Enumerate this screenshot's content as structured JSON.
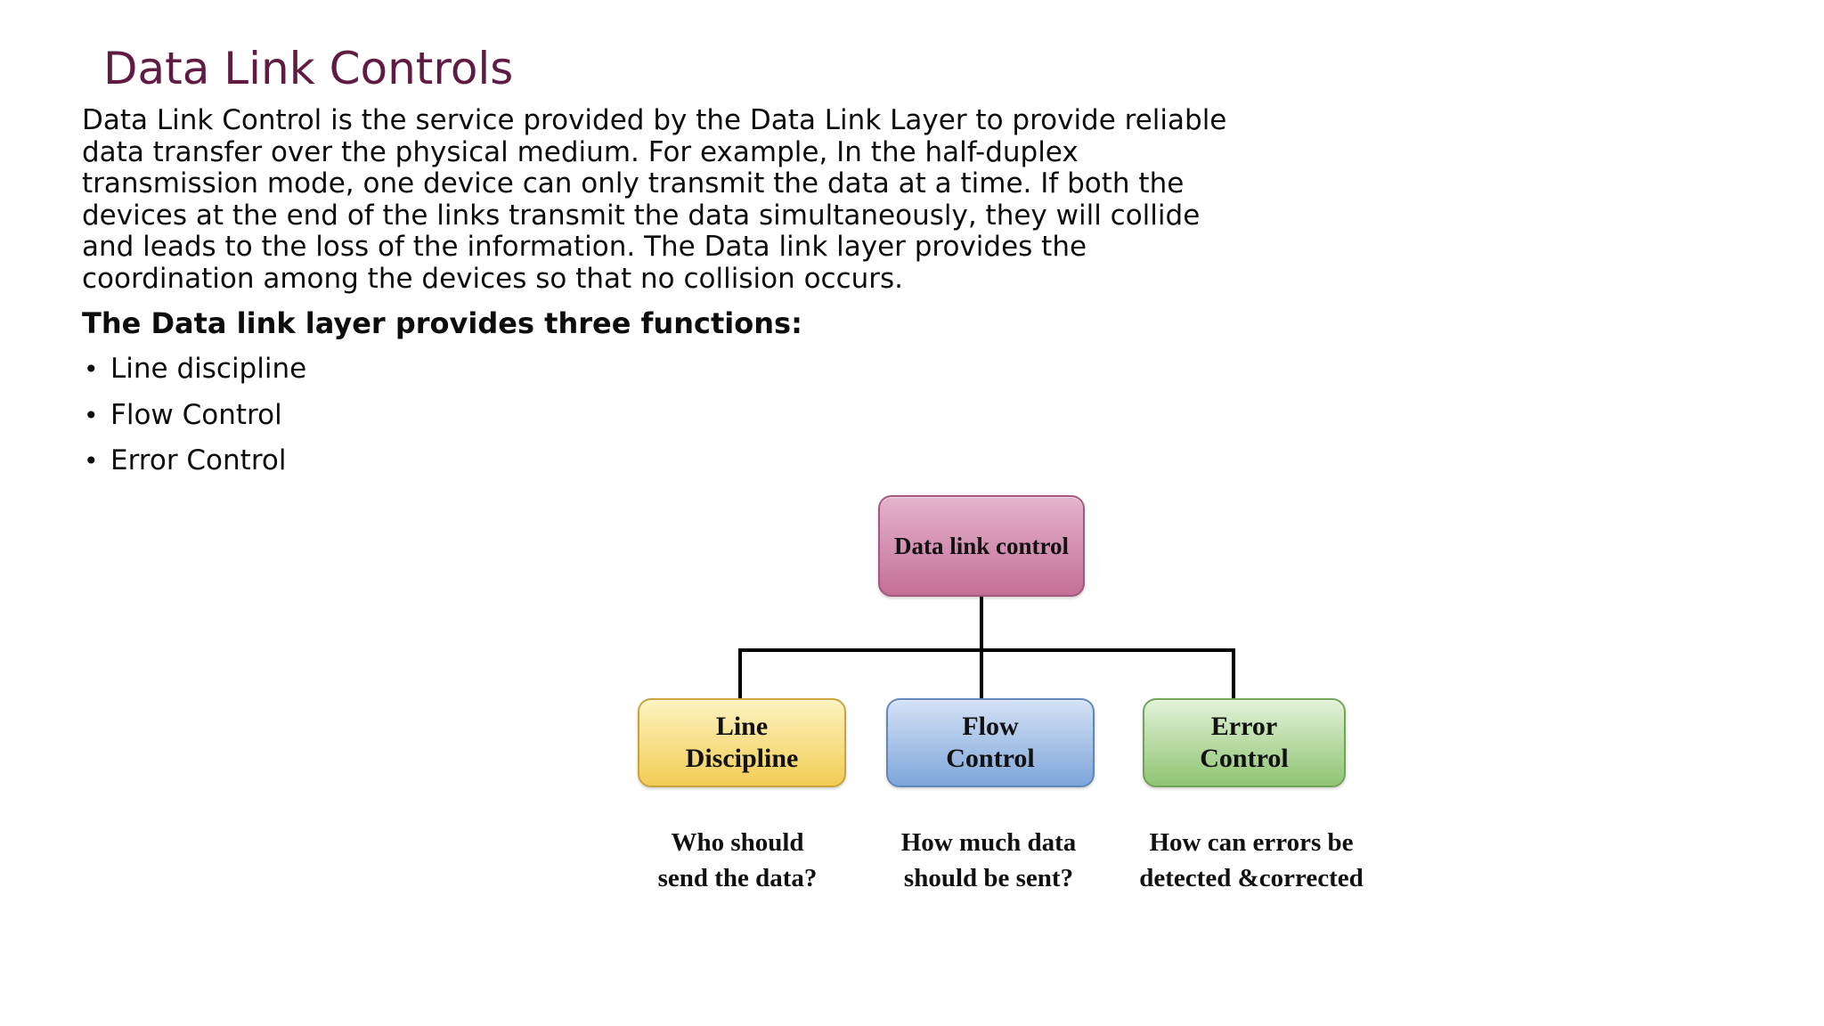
{
  "slide": {
    "title": "Data Link Controls",
    "intro_lines": [
      "Data Link Control is the service provided by the Data Link Layer to provide reliable",
      "data transfer over the physical medium. For example, In the half-duplex",
      "transmission mode, one device can only transmit the data at a time. If both the",
      "devices at the end of the links transmit the data simultaneously, they will collide",
      "and leads to the loss of the information. The Data link layer provides the",
      "coordination among the devices so that no collision occurs."
    ],
    "functions_heading": "The Data link layer provides three functions:",
    "bullet_marker": "•",
    "bullets": [
      "Line discipline",
      "Flow Control",
      "Error Control"
    ]
  },
  "diagram": {
    "line_color": "#000000",
    "root": {
      "label": "Data link control",
      "fill_top": "#e5b3cd",
      "fill_bottom": "#c46f97",
      "border": "#a2597f"
    },
    "children": [
      {
        "label": [
          "Line",
          "Discipline"
        ],
        "caption": [
          "Who should",
          "send the data?"
        ],
        "fill_top": "#fdf3c0",
        "fill_bottom": "#f2cd55",
        "border": "#c8a43b"
      },
      {
        "label": [
          "Flow",
          "Control"
        ],
        "caption": [
          "How much data",
          "should be sent?"
        ],
        "fill_top": "#d4e1f5",
        "fill_bottom": "#7ea6da",
        "border": "#6186bd"
      },
      {
        "label": [
          "Error",
          "Control"
        ],
        "caption": [
          "How can errors be",
          "detected &corrected"
        ],
        "fill_top": "#e3f1d8",
        "fill_bottom": "#8fc573",
        "border": "#70a457"
      }
    ]
  },
  "colors": {
    "background": "#ffffff",
    "title": "#5f1b41",
    "body_text": "#0d0d0d"
  }
}
